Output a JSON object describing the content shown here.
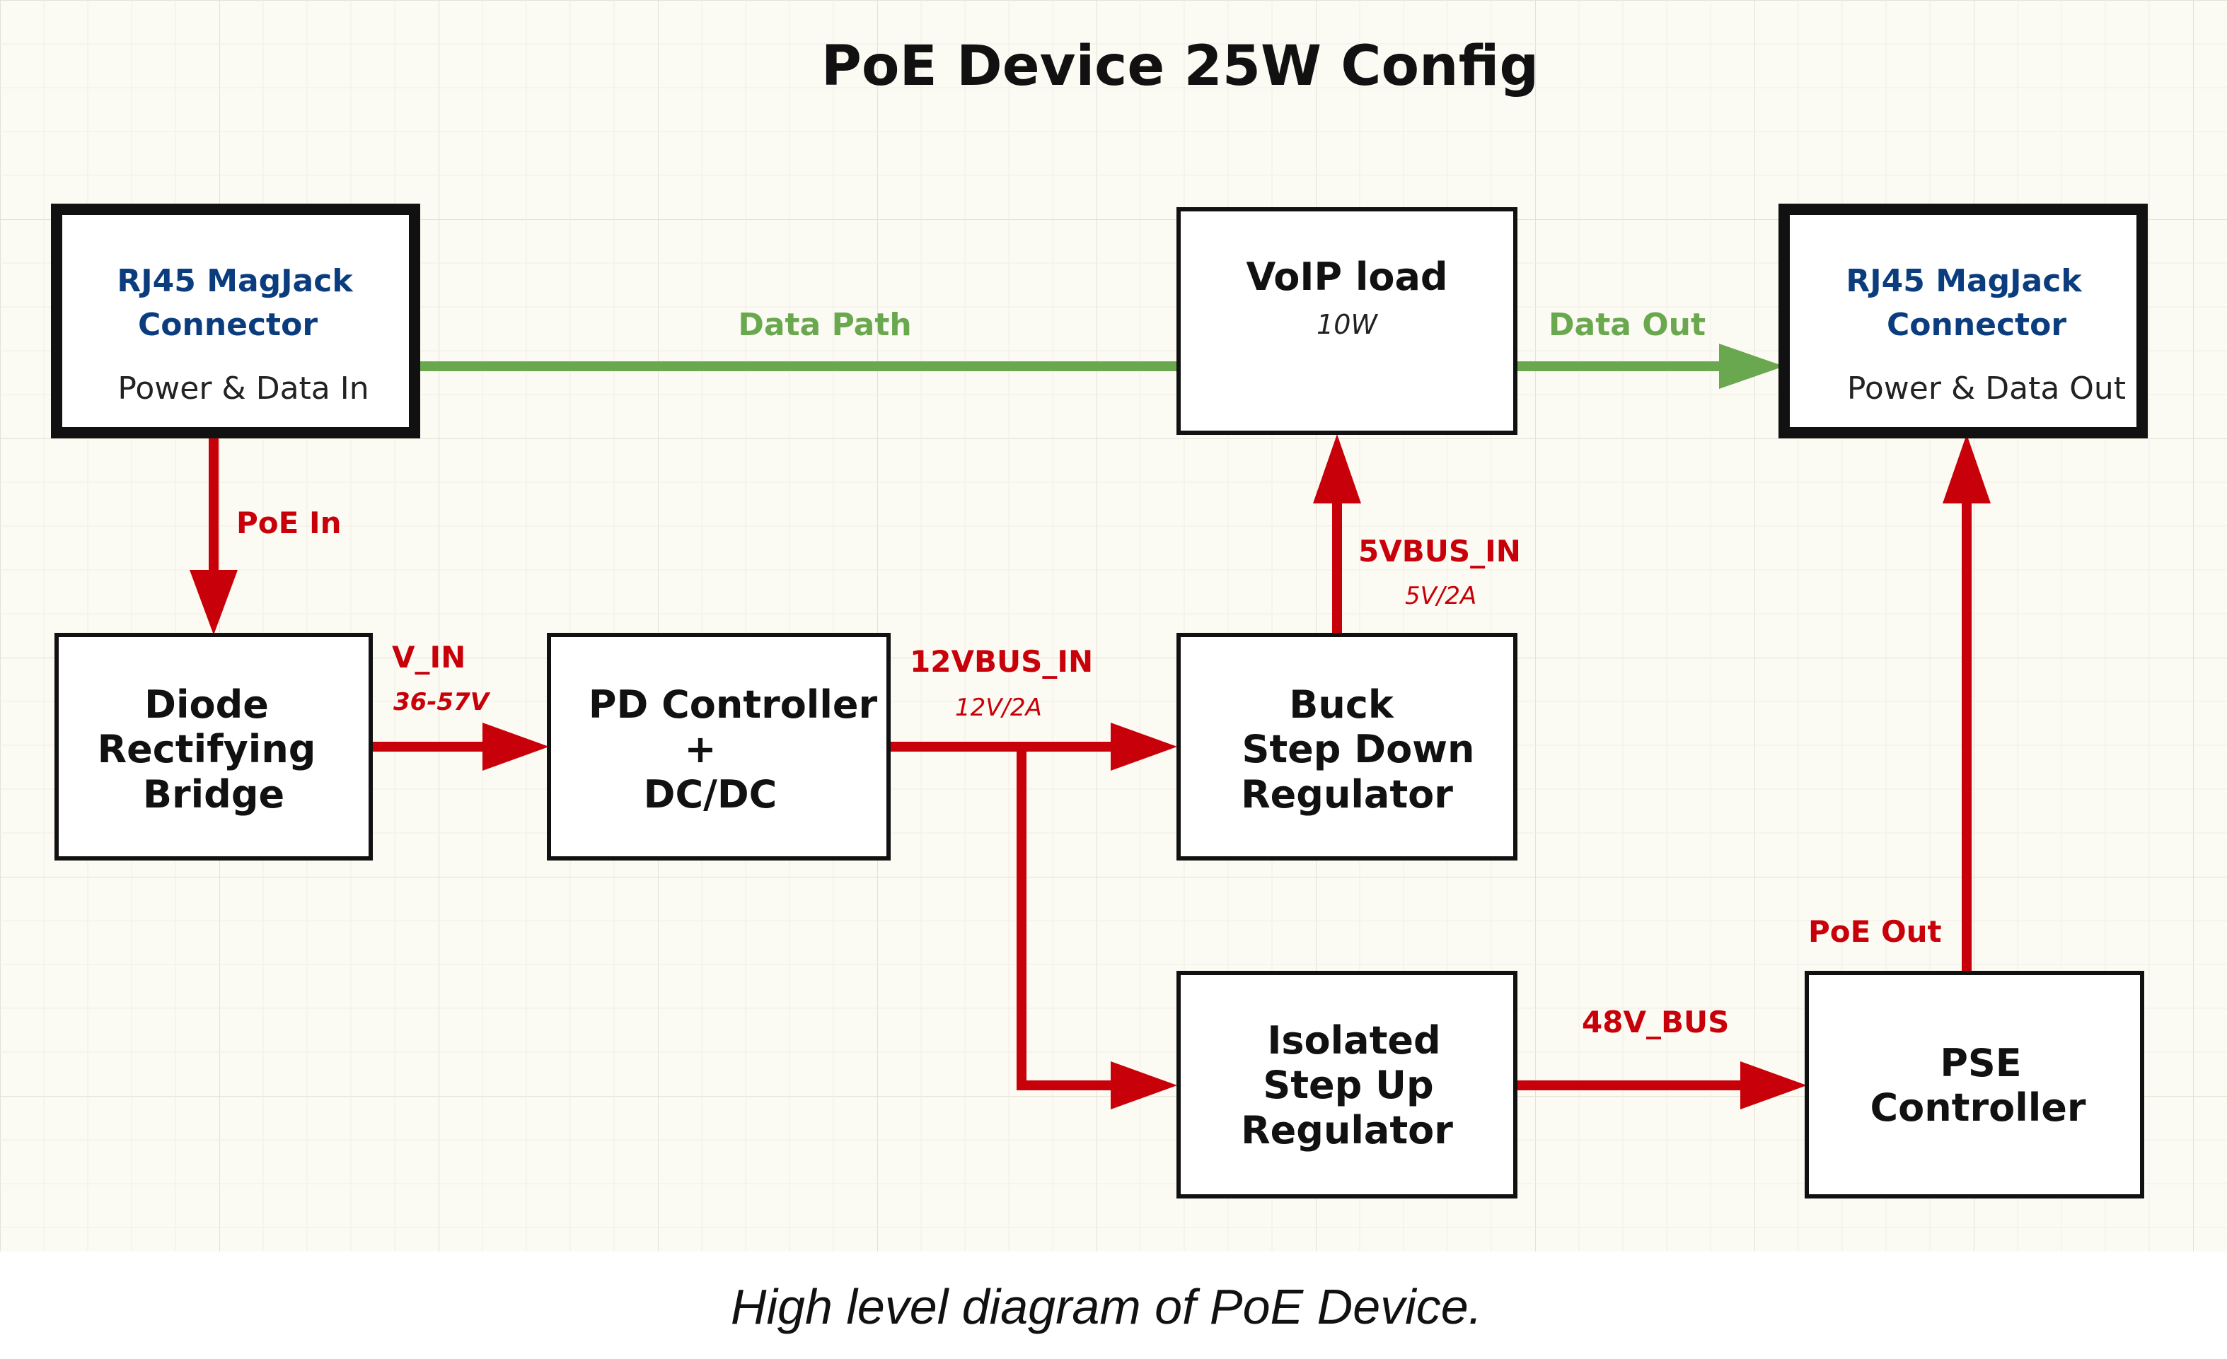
{
  "title": "PoE Device 25W Config",
  "caption": "High level diagram of PoE Device.",
  "colors": {
    "power": "#c8000a",
    "data": "#6aa84f",
    "connector_text": "#0b3d7e",
    "grid": "#e9e6dc",
    "background": "#fbfaf3"
  },
  "boxes": {
    "rj45_in": {
      "line1": "RJ45 MagJack",
      "line2": "Connector",
      "sub": "Power & Data In"
    },
    "voip": {
      "line1": "VoIP load",
      "sub": "10W"
    },
    "rj45_out": {
      "line1": "RJ45 MagJack",
      "line2": "Connector",
      "sub": "Power & Data Out"
    },
    "diode": {
      "line1": "Diode",
      "line2": "Rectifying",
      "line3": "Bridge"
    },
    "pd": {
      "line1": "PD Controller",
      "line2": "+",
      "line3": "DC/DC"
    },
    "buck": {
      "line1": "Buck",
      "line2": "Step Down",
      "line3": "Regulator"
    },
    "iso": {
      "line1": "Isolated",
      "line2": "Step Up",
      "line3": "Regulator"
    },
    "pse": {
      "line1": "PSE",
      "line2": "Controller"
    }
  },
  "signals": {
    "data_path": "Data Path",
    "data_out": "Data Out",
    "poe_in": "PoE In",
    "v_in": "V_IN",
    "v_in_range": "36-57V",
    "vbus12": "12VBUS_IN",
    "vbus12_spec": "12V/2A",
    "vbus5": "5VBUS_IN",
    "vbus5_spec": "5V/2A",
    "bus48": "48V_BUS",
    "poe_out": "PoE Out"
  }
}
